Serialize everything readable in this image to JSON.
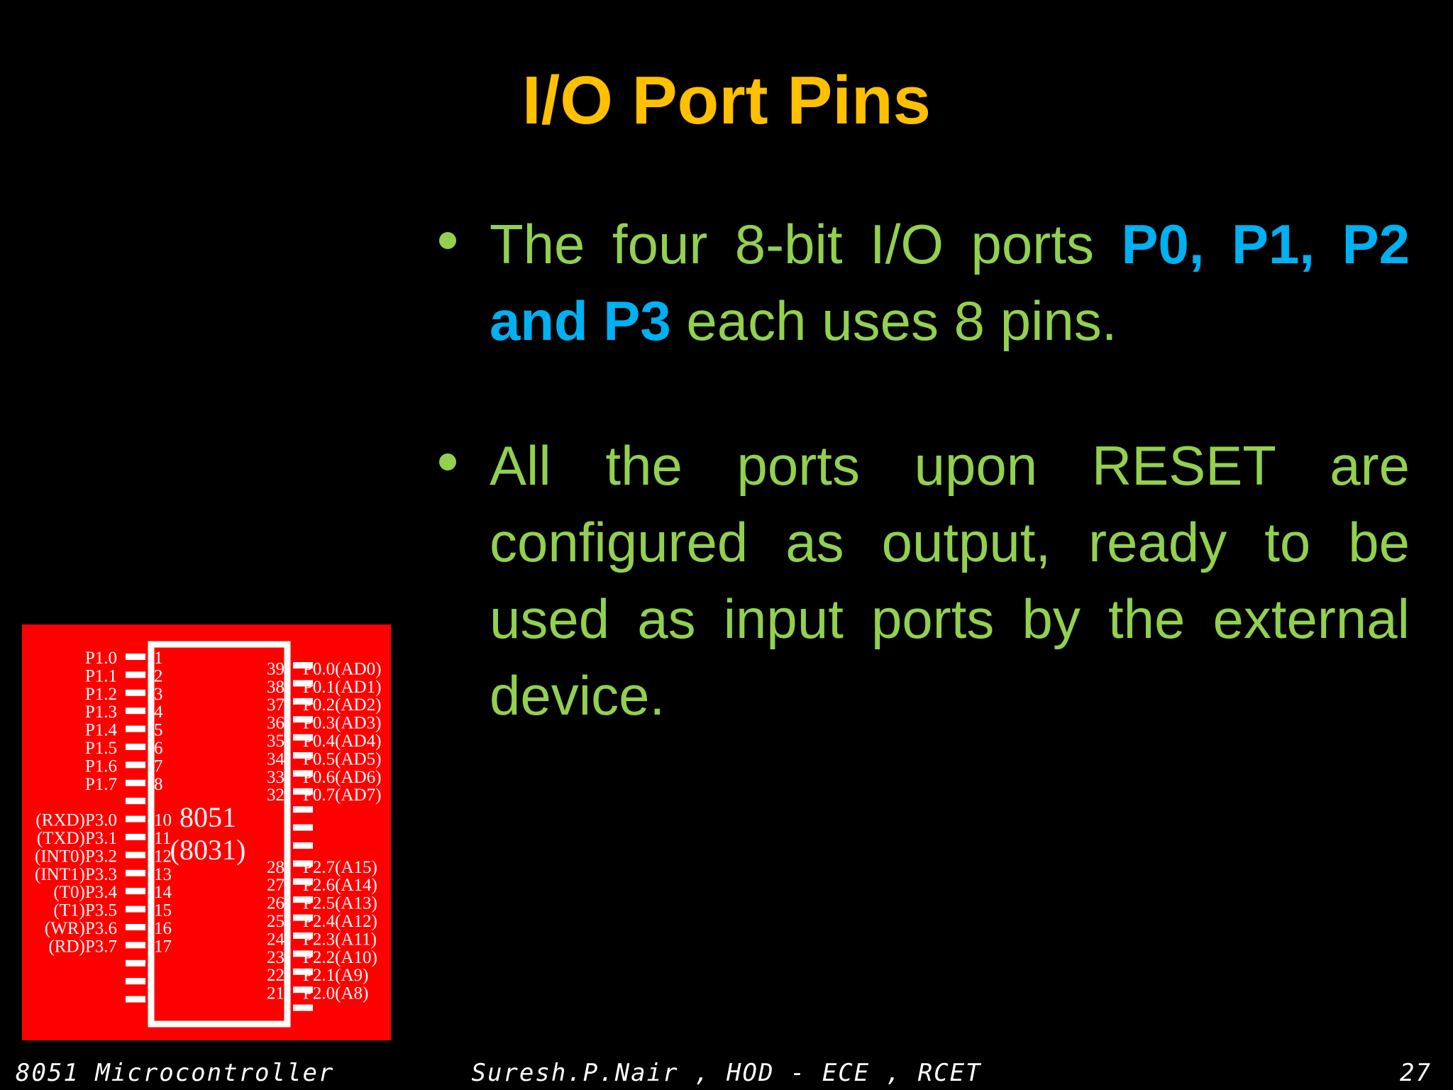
{
  "slide": {
    "title": "I/O Port Pins",
    "bullets": [
      {
        "part1": "The four 8-bit I/O ports ",
        "highlight": "P0, P1, P2 and P3",
        "part2": " each uses 8 pins."
      },
      {
        "text": "All the ports upon RESET are configured as output, ready to be used as input ports by the external device."
      }
    ],
    "colors": {
      "background": "#000000",
      "title": "#FFC000",
      "body": "#92D050",
      "highlight": "#00B0F0",
      "chip_panel": "#FF0000"
    }
  },
  "chip": {
    "name": "8051",
    "alt_name": "(8031)",
    "left_pins": [
      {
        "label": "P1.0",
        "num": "1"
      },
      {
        "label": "P1.1",
        "num": "2"
      },
      {
        "label": "P1.2",
        "num": "3"
      },
      {
        "label": "P1.3",
        "num": "4"
      },
      {
        "label": "P1.4",
        "num": "5"
      },
      {
        "label": "P1.5",
        "num": "6"
      },
      {
        "label": "P1.6",
        "num": "7"
      },
      {
        "label": "P1.7",
        "num": "8"
      },
      {
        "label": "(RXD)P3.0",
        "num": "10"
      },
      {
        "label": "(TXD)P3.1",
        "num": "11"
      },
      {
        "label": "(INT0)P3.2",
        "num": "12"
      },
      {
        "label": "(INT1)P3.3",
        "num": "13"
      },
      {
        "label": "(T0)P3.4",
        "num": "14"
      },
      {
        "label": "(T1)P3.5",
        "num": "15"
      },
      {
        "label": "(WR)P3.6",
        "num": "16"
      },
      {
        "label": "(RD)P3.7",
        "num": "17"
      }
    ],
    "right_pins": [
      {
        "label": "P0.0(AD0)",
        "num": "39"
      },
      {
        "label": "P0.1(AD1)",
        "num": "38"
      },
      {
        "label": "P0.2(AD2)",
        "num": "37"
      },
      {
        "label": "P0.3(AD3)",
        "num": "36"
      },
      {
        "label": "P0.4(AD4)",
        "num": "35"
      },
      {
        "label": "P0.5(AD5)",
        "num": "34"
      },
      {
        "label": "P0.6(AD6)",
        "num": "33"
      },
      {
        "label": "P0.7(AD7)",
        "num": "32"
      },
      {
        "label": "P2.7(A15)",
        "num": "28"
      },
      {
        "label": "P2.6(A14)",
        "num": "27"
      },
      {
        "label": "P2.5(A13)",
        "num": "26"
      },
      {
        "label": "P2.4(A12)",
        "num": "25"
      },
      {
        "label": "P2.3(A11)",
        "num": "24"
      },
      {
        "label": "P2.2(A10)",
        "num": "23"
      },
      {
        "label": "P2.1(A9)",
        "num": "22"
      },
      {
        "label": "P2.0(A8)",
        "num": "21"
      }
    ]
  },
  "footer": {
    "left": "8051 Microcontroller",
    "center": "Suresh.P.Nair , HOD - ECE , RCET",
    "page_number": "27"
  }
}
